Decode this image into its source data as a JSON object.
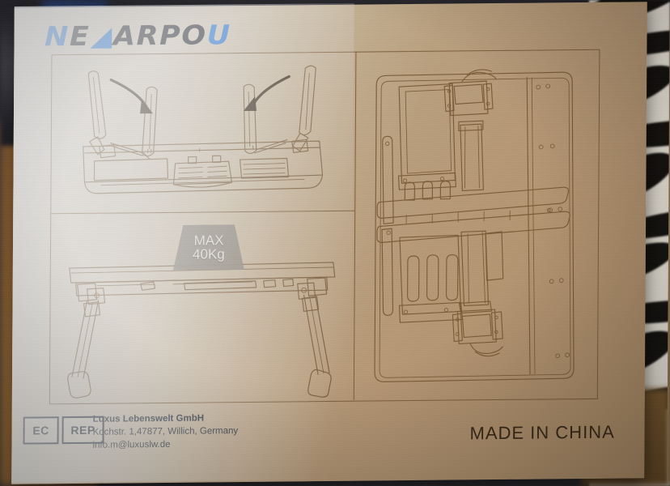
{
  "product": {
    "brand": "NEARPOU",
    "brand_blue_letters": "N, A, U accents",
    "brand_color_dark": "#17171c",
    "brand_color_accent": "#1b6fd4"
  },
  "package": {
    "material_color": "#b59776",
    "ink_color": "#7a5c39"
  },
  "panels": [
    {
      "id": "fold-legs-diagram",
      "title": "",
      "description": "Front view of folding laptop desk with upright side legs and two curved arrows showing legs folding inward",
      "arrows": 2
    },
    {
      "id": "side-view-diagram",
      "title": "",
      "description": "Side view of assembled desk with splayed legs",
      "badge": {
        "line1": "MAX",
        "line2": "40Kg"
      }
    },
    {
      "id": "underside-diagram",
      "title": "",
      "description": "Underside / top plan view of folded desk showing leg rails, hinges and vent slots"
    }
  ],
  "load_badge": {
    "line1": "MAX",
    "line2": "40Kg"
  },
  "regulatory": {
    "ec_label": "EC",
    "rep_label": "REP",
    "company": "Luxus Lebenswelt GmbH",
    "address": "Kochstr. 1,47877, Willich, Germany",
    "email": "info.m@luxuslw.de"
  },
  "origin": "MADE IN CHINA"
}
